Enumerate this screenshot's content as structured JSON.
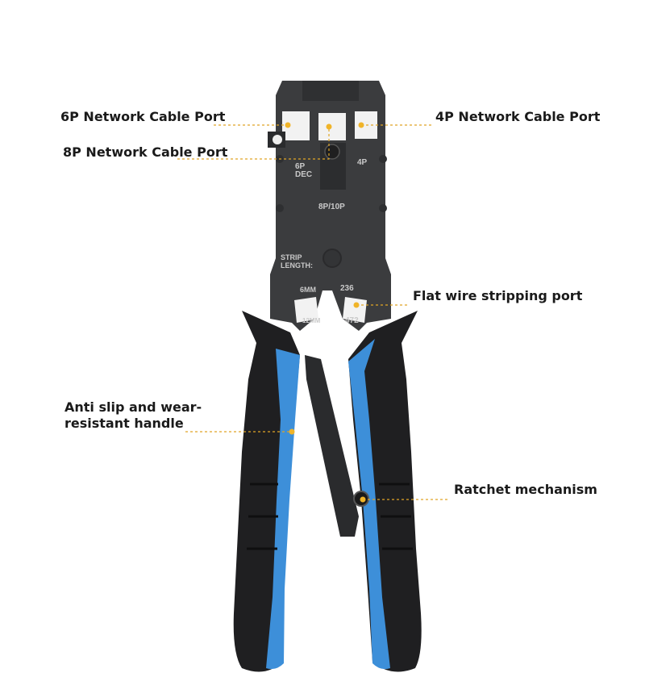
{
  "callouts": {
    "port_6p": "6P Network Cable Port",
    "port_8p": "8P Network Cable Port",
    "port_4p": "4P Network Cable Port",
    "flat_wire": "Flat wire stripping port",
    "handle_line1": "Anti slip and wear-",
    "handle_line2": "resistant handle",
    "ratchet": "Ratchet mechanism"
  },
  "tool_markings": {
    "six_p": "6P",
    "dec": "DEC",
    "four_p": "4P",
    "eight_ten_p": "8P/10P",
    "strip": "STRIP",
    "length": "LENGTH:",
    "six_mm": "6MM",
    "twelve_mm": "12MM",
    "n236": "236",
    "n472": "472"
  },
  "colors": {
    "leader": "#e0a526",
    "body": "#3b3c3e",
    "handle": "#1f1f21",
    "accent": "#3d8fd9"
  }
}
